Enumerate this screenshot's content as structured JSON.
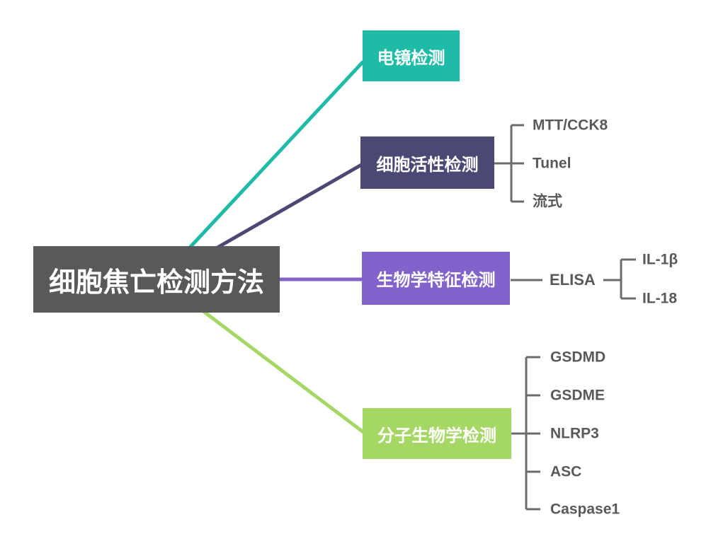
{
  "root": {
    "label": "细胞焦亡检测方法"
  },
  "colors": {
    "background": "#FFFFFF",
    "root_bg": "#59595B",
    "root_text": "#FFFFFF",
    "connector_gray": "#6B6B6B",
    "leaf_text": "#595959"
  },
  "branches": [
    {
      "label": "电镜检测",
      "color": "#1EBCA7",
      "children": []
    },
    {
      "label": "细胞活性检测",
      "color": "#4B4974",
      "children": [
        {
          "label": "MTT/CCK8"
        },
        {
          "label": "Tunel"
        },
        {
          "label": "流式"
        }
      ]
    },
    {
      "label": "生物学特征检测",
      "color": "#8262CB",
      "children": [
        {
          "label": "ELISA",
          "children": [
            {
              "label": "IL-1β"
            },
            {
              "label": "IL-18"
            }
          ]
        }
      ]
    },
    {
      "label": "分子生物学检测",
      "color": "#A5D764",
      "children": [
        {
          "label": "GSDMD"
        },
        {
          "label": "GSDME"
        },
        {
          "label": "NLRP3"
        },
        {
          "label": "ASC"
        },
        {
          "label": "Caspase1"
        }
      ]
    }
  ]
}
